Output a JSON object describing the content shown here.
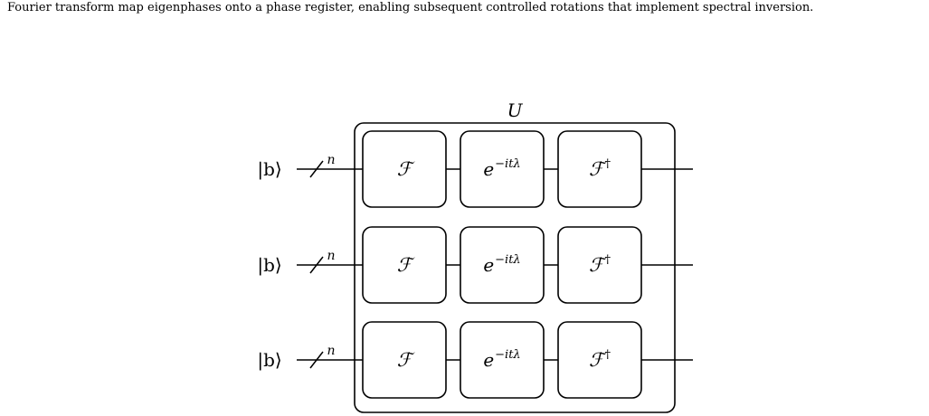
{
  "caption": "Fourier transform map eigenphases onto a phase register, enabling subsequent controlled rotations that implement spectral inversion.",
  "diagram": {
    "outer_label": "U",
    "rows": [
      {
        "input_ket": "|b⟩",
        "width_label": "n",
        "gates": [
          {
            "base": "ℱ",
            "sup": ""
          },
          {
            "base": "e",
            "sup": "−itλ"
          },
          {
            "base": "ℱ",
            "sup": "†"
          }
        ]
      },
      {
        "input_ket": "|b⟩",
        "width_label": "n",
        "gates": [
          {
            "base": "ℱ",
            "sup": ""
          },
          {
            "base": "e",
            "sup": "−itλ"
          },
          {
            "base": "ℱ",
            "sup": "†"
          }
        ]
      },
      {
        "input_ket": "|b⟩",
        "width_label": "n",
        "gates": [
          {
            "base": "ℱ",
            "sup": ""
          },
          {
            "base": "e",
            "sup": "−itλ"
          },
          {
            "base": "ℱ",
            "sup": "†"
          }
        ]
      }
    ]
  }
}
